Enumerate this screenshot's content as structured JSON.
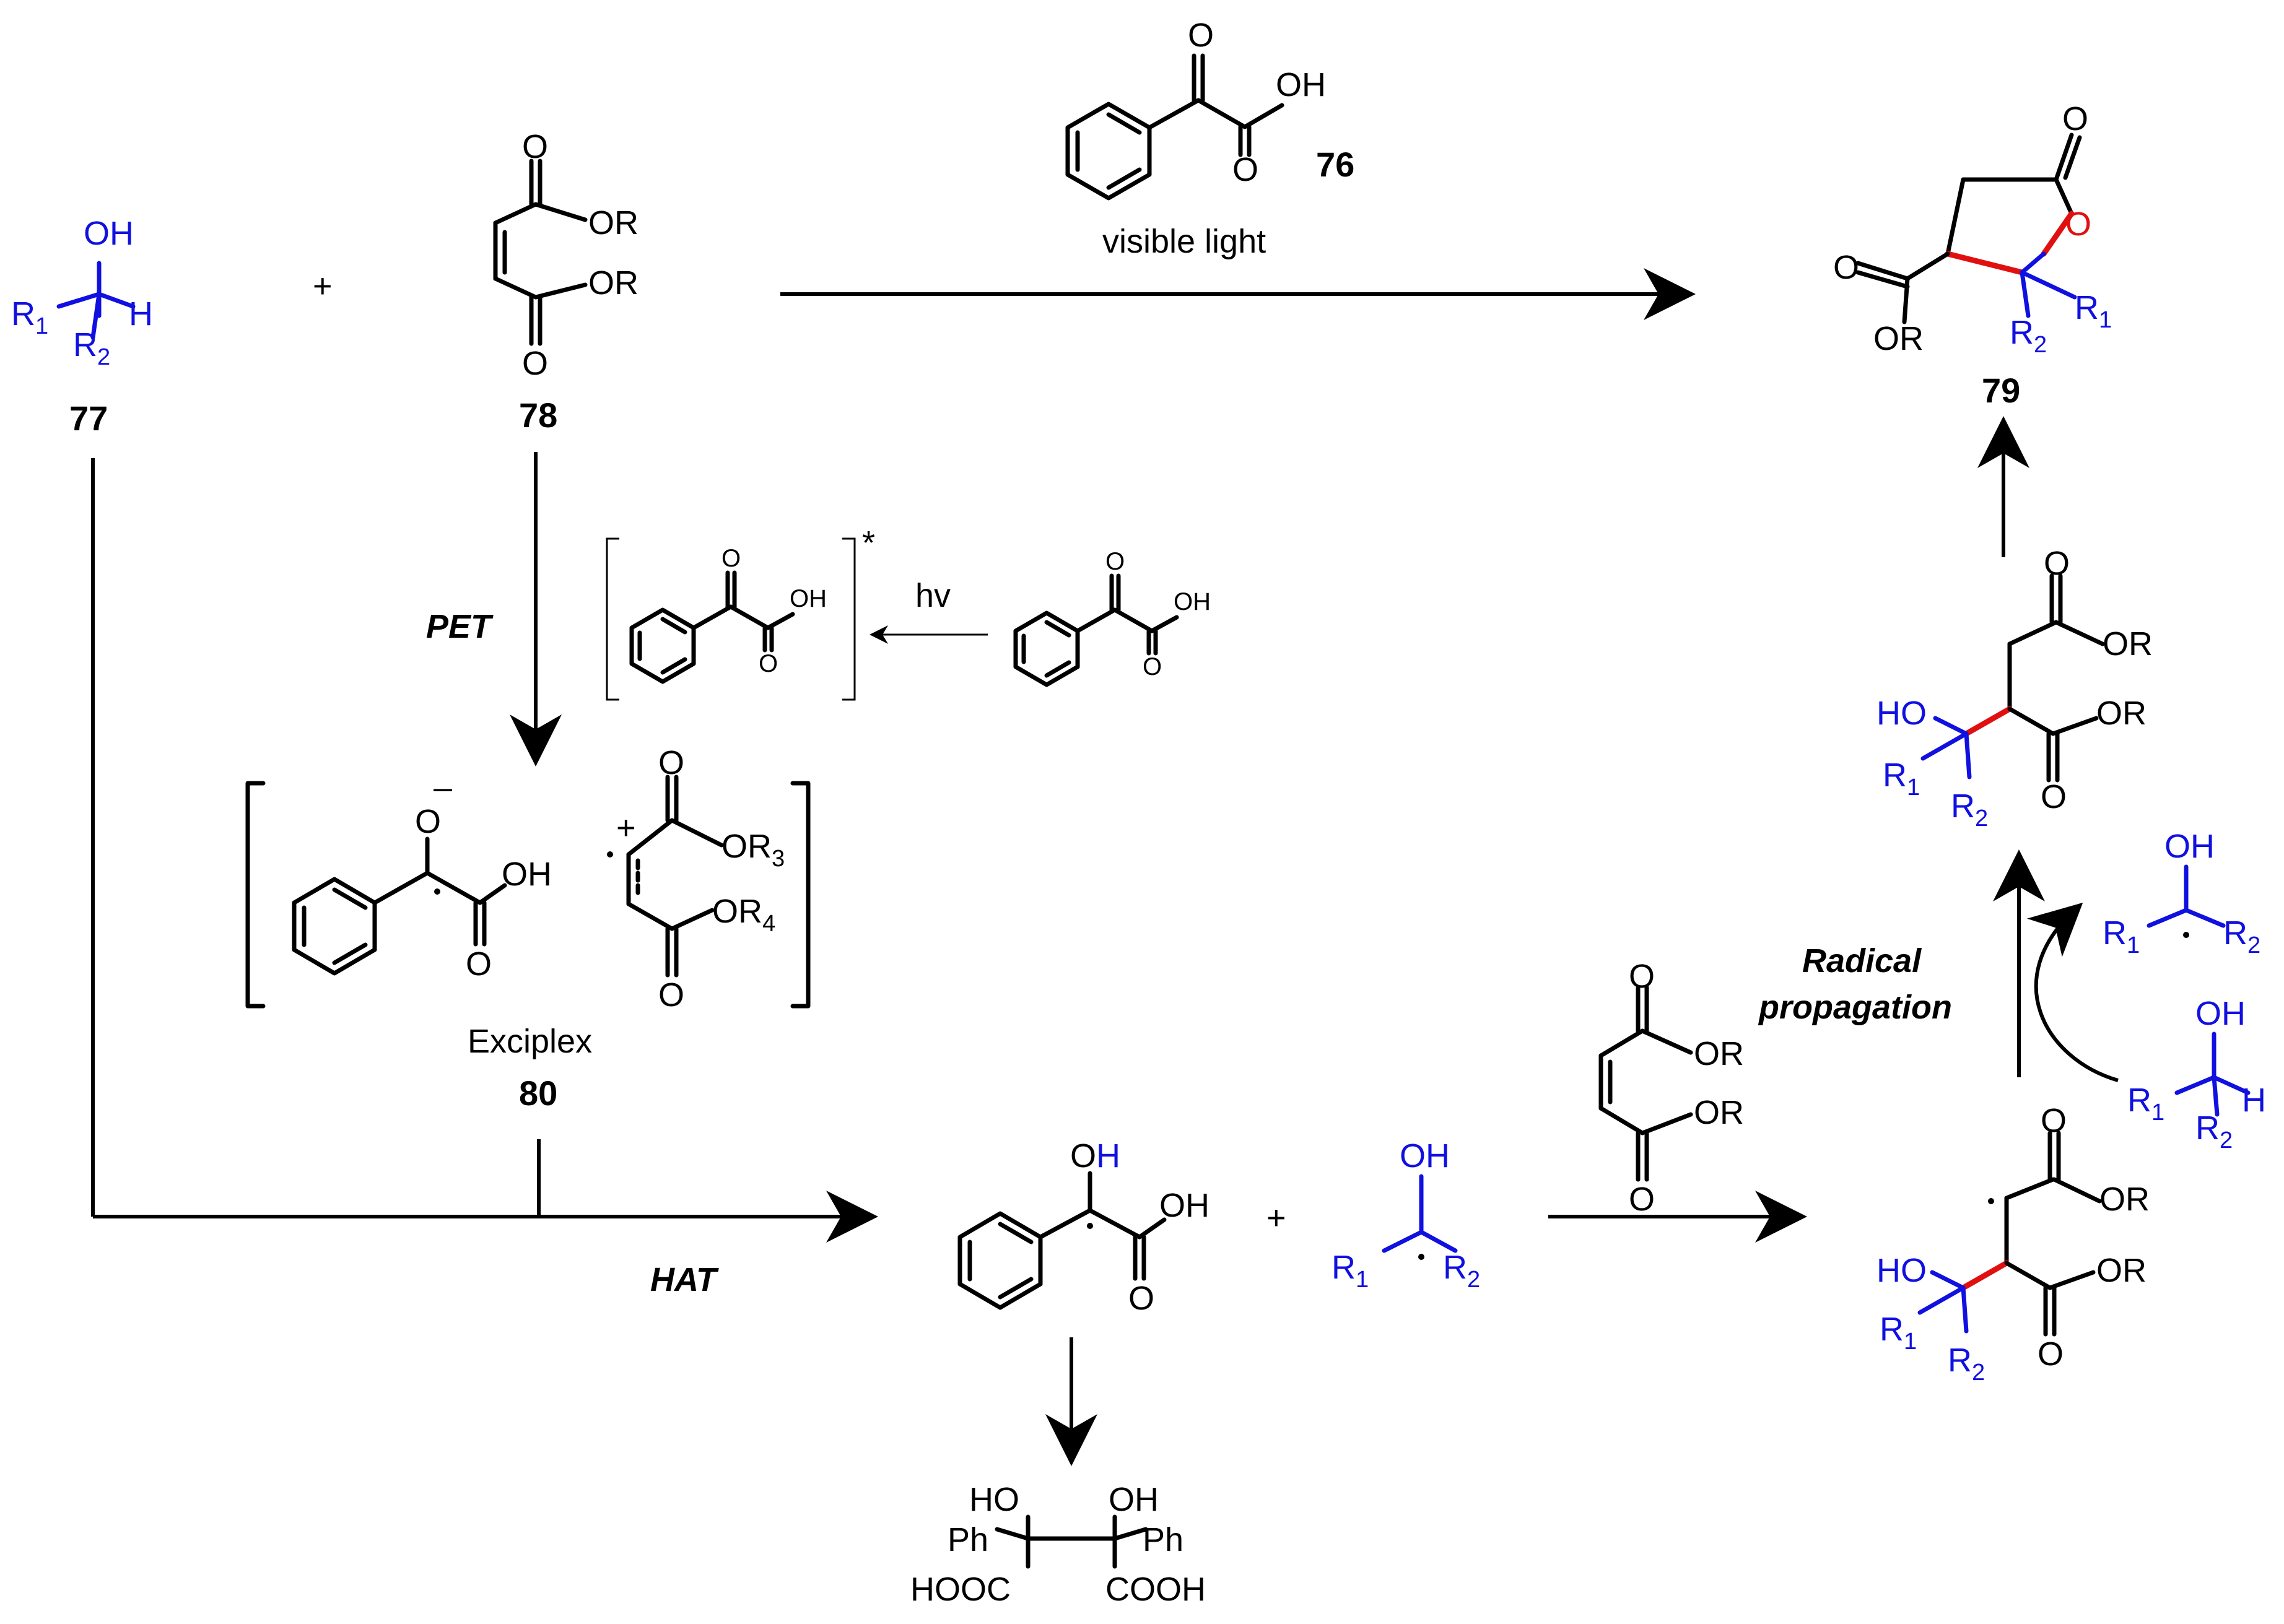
{
  "compounds": {
    "alcohol": {
      "id": "77",
      "oh": "OH",
      "r1": "R",
      "r1_sub": "1",
      "r2": "R",
      "r2_sub": "2",
      "h": "H"
    },
    "maleate": {
      "id": "78",
      "o": "O",
      "or": "OR"
    },
    "catalyst": {
      "id": "76",
      "o": "O",
      "oh": "OH"
    },
    "product": {
      "id": "79",
      "o": "O",
      "or": "OR",
      "r1": "R",
      "r1_sub": "1",
      "r2": "R",
      "r2_sub": "2"
    },
    "exciplex": {
      "id": "80",
      "name": "Exciplex",
      "or3": "OR",
      "or3_sub": "3",
      "or4": "OR",
      "or4_sub": "4",
      "minus": "–",
      "plus": "+"
    },
    "dimer": {
      "ho": "HO",
      "oh": "OH",
      "ph": "Ph",
      "hooc": "HOOC",
      "cooh": "COOH"
    },
    "ketyl_radical": {
      "o": "O",
      "h": "H"
    },
    "star": "*"
  },
  "labels": {
    "plus": "+",
    "visible_light": "visible light",
    "hv": "hv",
    "pet": "PET",
    "hat": "HAT",
    "radical": "Radical",
    "propagation": "propagation",
    "ho": "HO"
  },
  "colors": {
    "substrate": "#1010e0",
    "new_bond": "#e01010",
    "ink": "#000000"
  }
}
